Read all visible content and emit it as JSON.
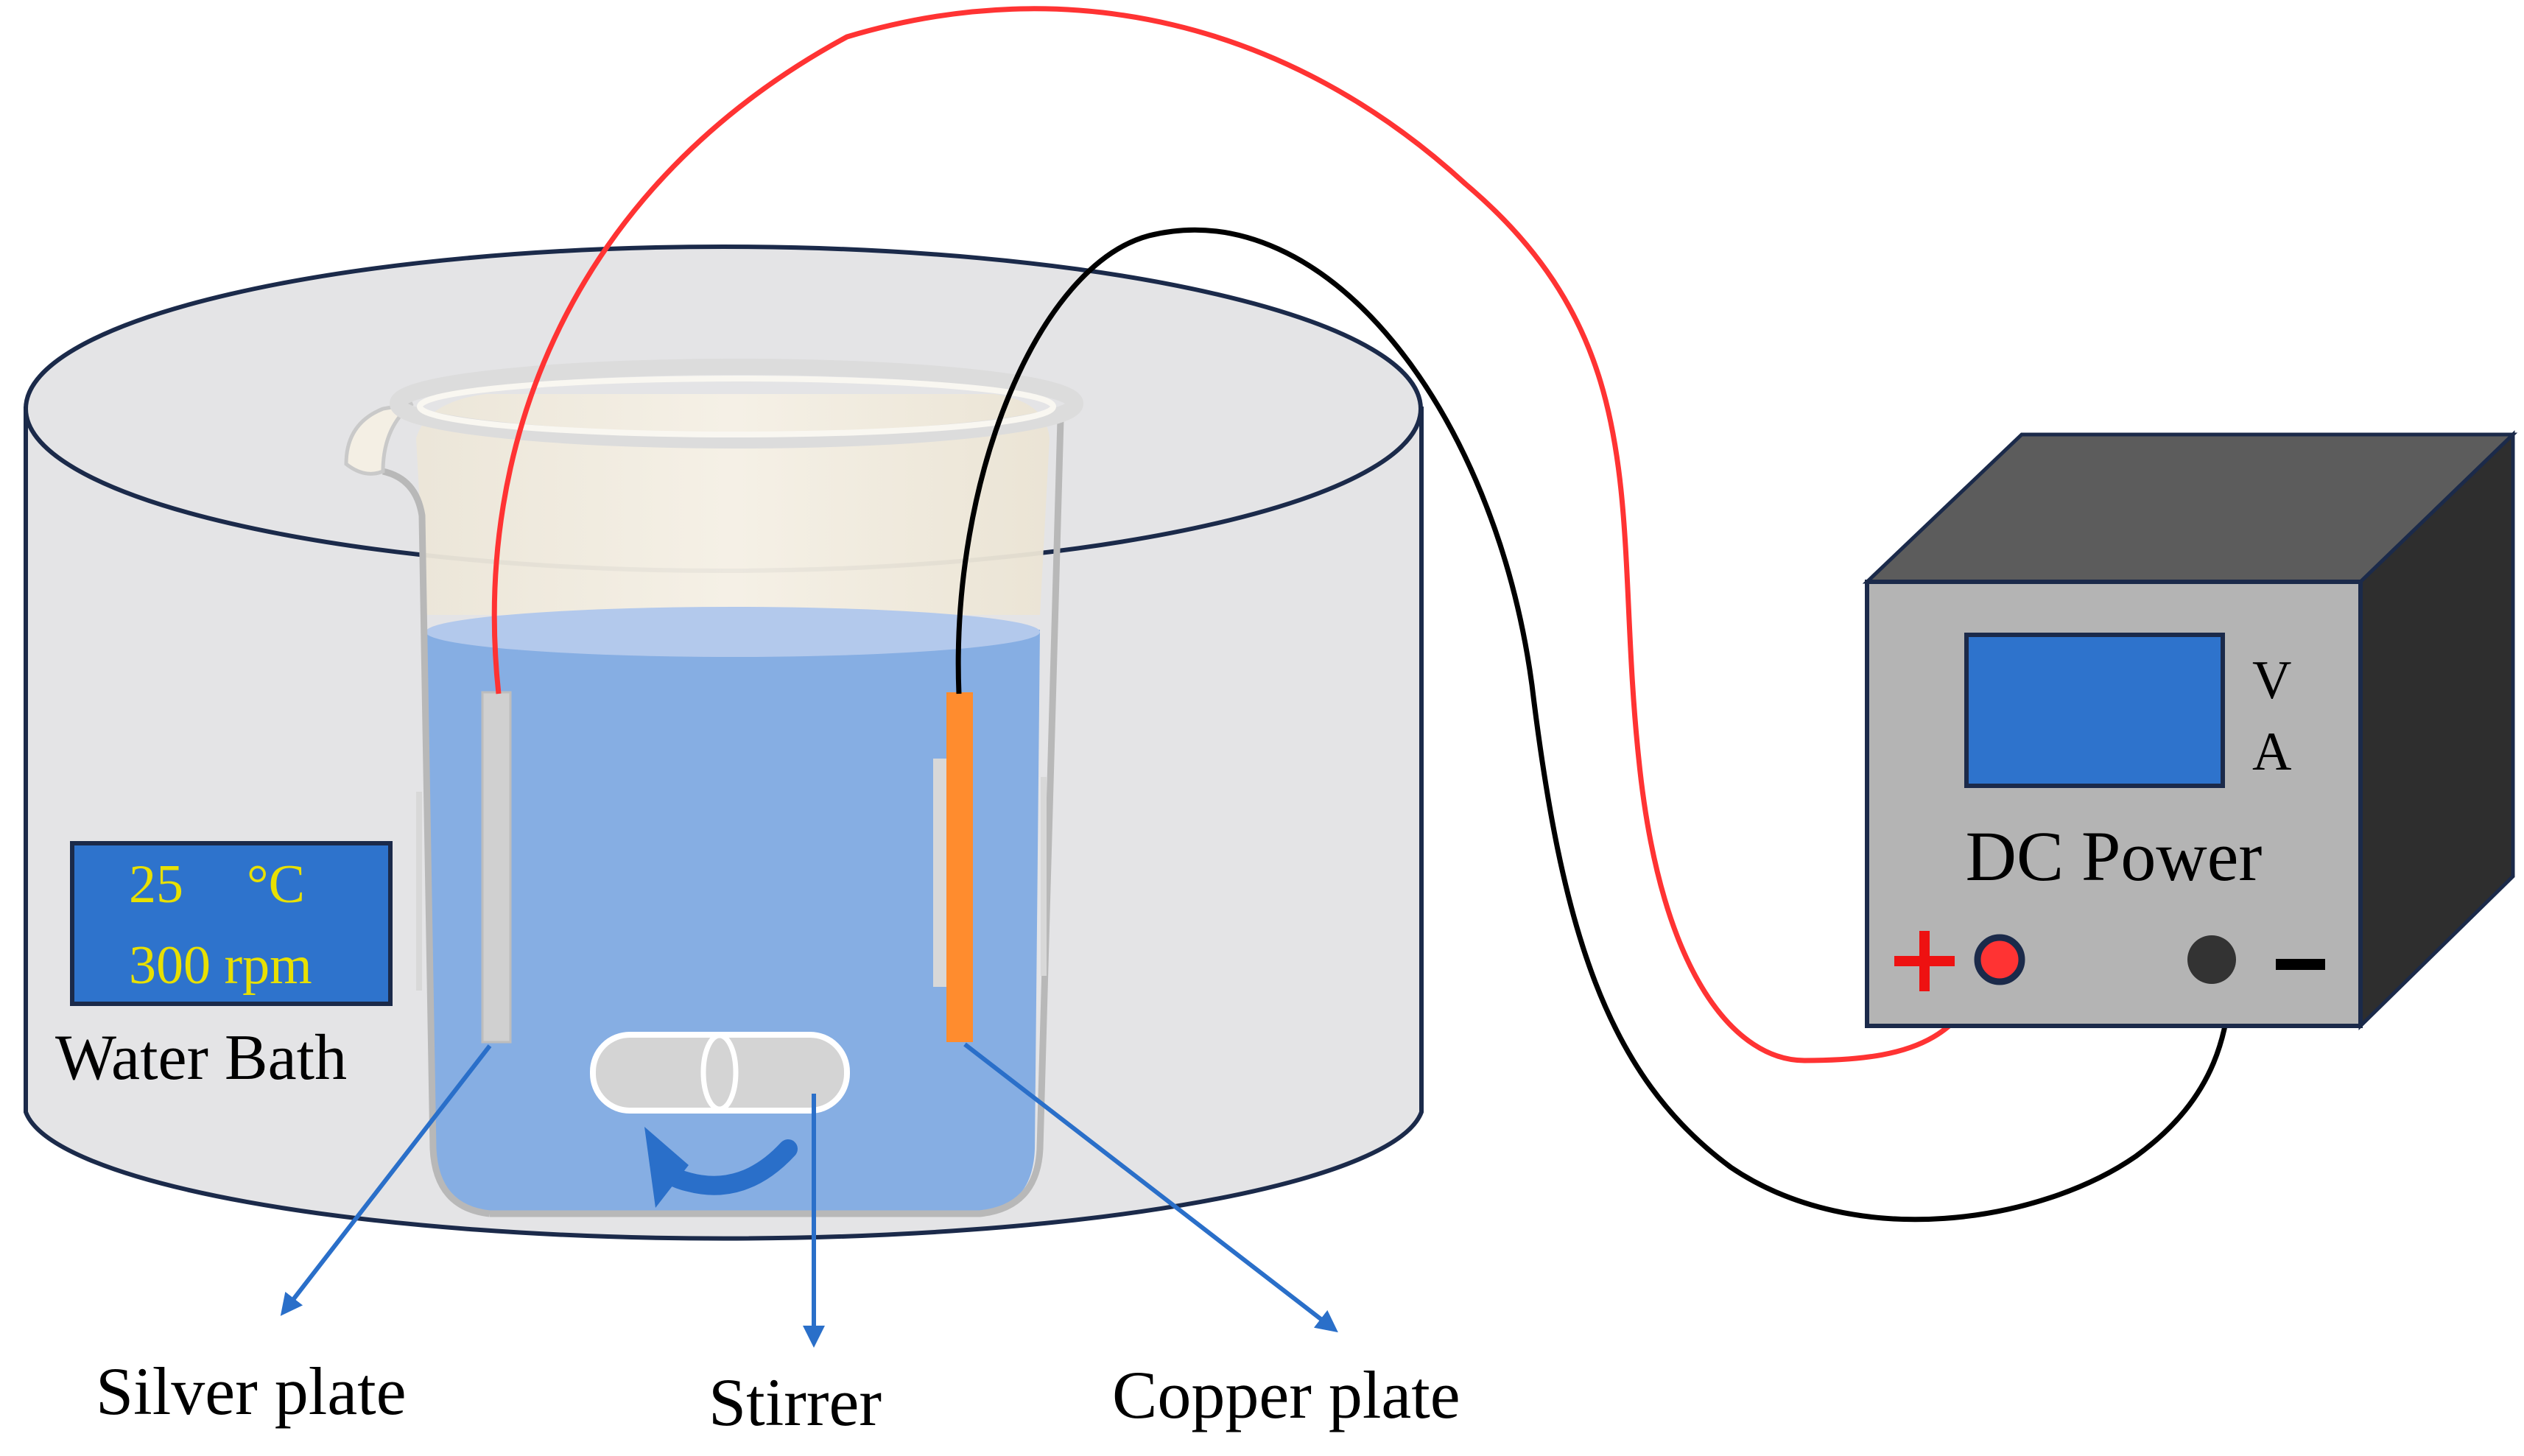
{
  "water_bath": {
    "display_temp": "25",
    "display_temp_unit": "°C",
    "display_speed": "300 rpm",
    "label": "Water Bath"
  },
  "power_supply": {
    "label": "DC Power",
    "meter_v": "V",
    "meter_a": "A",
    "positive_terminal": "+",
    "negative_terminal": "−"
  },
  "labels": {
    "silver_plate": "Silver plate",
    "stirrer": "Stirrer",
    "copper_plate": "Copper plate"
  },
  "colors": {
    "bath_fill": "#e4e4e6",
    "bath_outline": "#1b2a4a",
    "solution": "#86aee3",
    "solution_top": "#b3c9ec",
    "display_blue": "#2e73cc",
    "display_text": "#e8e000",
    "silver": "#d0d0d0",
    "copper": "#ff8c2e",
    "red_wire": "#ff3333",
    "black_wire": "#000000",
    "arrow": "#2a6fc9",
    "psu_front": "#b4b4b4",
    "psu_top": "#5c5c5c",
    "psu_side": "#2e2e2e"
  }
}
